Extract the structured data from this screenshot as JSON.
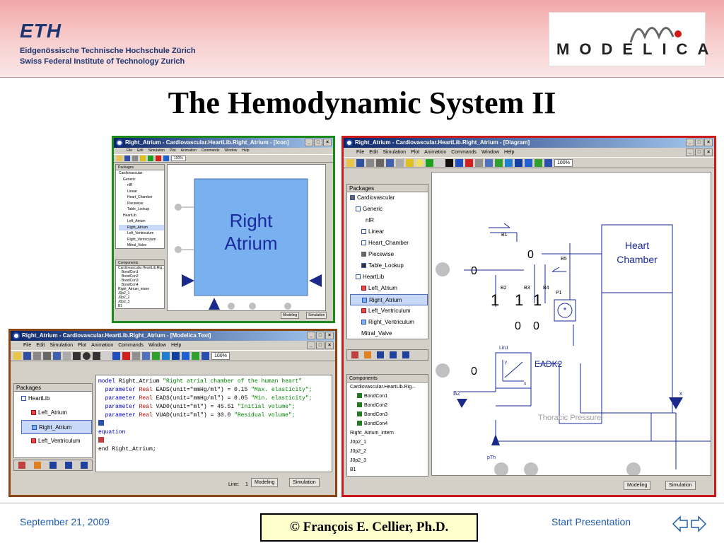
{
  "header": {
    "eth_logo": "ETH",
    "eth_line1": "Eidgenössische Technische Hochschule Zürich",
    "eth_line2": "Swiss Federal Institute of Technology Zurich",
    "modelica_logo": "MODELICA"
  },
  "title": "The Hemodynamic System II",
  "icon_window": {
    "title": "Right_Atrium - Cardiovascular.HeartLib.Right_Atrium - [Icon]",
    "menu": [
      "File",
      "Edit",
      "Simulation",
      "Plot",
      "Animation",
      "Commands",
      "Window",
      "Help"
    ],
    "zoom": "100%",
    "packages_header": "Packages",
    "packages": [
      "Cardiovascular",
      "Generic",
      "nlR",
      "Linear",
      "Heart_Chamber",
      "Piecewise",
      "Table_Lookup",
      "HeartLib",
      "Left_Atrium",
      "Right_Atrium",
      "Left_Ventriculum",
      "Right_Ventriculum",
      "Mitral_Valve"
    ],
    "components_header": "Components",
    "components": [
      "Cardiovascular.HeartLib.Rig...",
      "BondCon1",
      "BondCon2",
      "BondCon3",
      "BondCon4",
      "Right_Atrium_intern",
      "J0p2_1",
      "J0p2_2",
      "J0p2_3",
      "B1"
    ],
    "block_label_line1": "Right",
    "block_label_line2": "Atrium",
    "modeling_button": "Modeling",
    "simulation_button": "Simulation"
  },
  "diagram_window": {
    "title": "Right_Atrium - Cardiovascular.HeartLib.Right_Atrium - [Diagram]",
    "menu": [
      "File",
      "Edit",
      "Simulation",
      "Plot",
      "Animation",
      "Commands",
      "Window",
      "Help"
    ],
    "zoom": "100%",
    "packages_header": "Packages",
    "packages": [
      "Cardiovascular",
      "Generic",
      "nlR",
      "Linear",
      "Heart_Chamber",
      "Piecewise",
      "Table_Lookup",
      "HeartLib",
      "Left_Atrium",
      "Right_Atrium",
      "Left_Ventriculum",
      "Right_Ventriculum",
      "Mitral_Valve"
    ],
    "components_header": "Components",
    "components": [
      "Cardiovascular.HeartLib.Rig...",
      "BondCon1",
      "BondCon2",
      "BondCon3",
      "BondCon4",
      "Right_Atrium_intern",
      "J0p2_1",
      "J0p2_2",
      "J0p2_3",
      "B1"
    ],
    "labels": {
      "b1": "B1",
      "b2": "B2",
      "b3": "B3",
      "b4": "B4",
      "b5": "B5",
      "p1": "P1",
      "b2_left": "B2",
      "zero_a": "0",
      "zero_b": "0",
      "zero_c": "0",
      "one_a": "1",
      "one_b": "1",
      "one_c": "1",
      "zero_d": "0",
      "zero_e": "0",
      "heart_chamber_1": "Heart",
      "heart_chamber_2": "Chamber",
      "lin1": "Lin1",
      "eadk2": "EADK2",
      "thoracic": "Thoracic Pressure",
      "y_axis": "y",
      "u_axis": "u",
      "x_port": "x",
      "pth": "pTh"
    },
    "modeling_button": "Modeling",
    "simulation_button": "Simulation"
  },
  "text_window": {
    "title": "Right_Atrium - Cardiovascular.HeartLib.Right_Atrium - [Modelica Text]",
    "menu": [
      "File",
      "Edit",
      "Simulation",
      "Plot",
      "Animation",
      "Commands",
      "Window",
      "Help"
    ],
    "zoom": "100%",
    "packages_header": "Packages",
    "packages": [
      "HeartLib",
      "Left_Atrium",
      "Right_Atrium",
      "Left_Ventriculum"
    ],
    "code": {
      "l1_kw": "model",
      "l1_rest": " Right_Atrium ",
      "l1_str": "\"Right atrial chamber of the human heart\"",
      "l2_kw": "  parameter",
      "l2_ty": " Real",
      "l2_rest": " EADS(unit=\"mmHg/ml\") = 0.15 ",
      "l2_str": "\"Max. elasticity\";",
      "l3_kw": "  parameter",
      "l3_ty": " Real",
      "l3_rest": " EADS(unit=\"mmHg/ml\") = 0.05 ",
      "l3_str": "\"Min. elasticity\";",
      "l4_kw": "  parameter",
      "l4_ty": " Real",
      "l4_rest": " VAD0(unit=\"ml\") = 45.51 ",
      "l4_str": "\"Initial volume\";",
      "l5_kw": "  parameter",
      "l5_ty": " Real",
      "l5_rest": " VUAD(unit=\"ml\") = 30.0 ",
      "l5_str": "\"Residual volume\";",
      "equation": "equation",
      "end": "end Right_Atrium;"
    },
    "line_label": "Line:",
    "line_value": "1",
    "modeling_button": "Modeling",
    "simulation_button": "Simulation"
  },
  "footer": {
    "date": "September 21, 2009",
    "author": "©  François E. Cellier, Ph.D.",
    "start": "Start Presentation"
  },
  "colors": {
    "accent_blue": "#1e5bb0",
    "frame_green": "#1a8a1a",
    "frame_red": "#cc1a1a",
    "frame_brown": "#8b4513",
    "block_fill": "#79b0ef"
  }
}
